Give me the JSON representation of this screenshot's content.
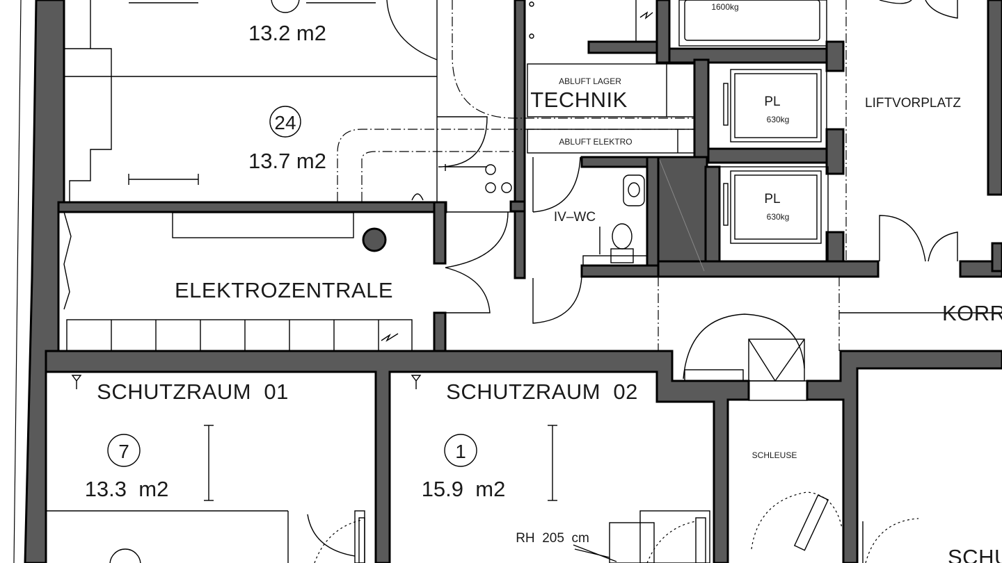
{
  "plan": {
    "rooms": {
      "top_area": "13.2 m2",
      "room24_number": "24",
      "room24_area": "13.7 m2",
      "elektro": "ELEKTROZENTRALE",
      "technik": "TECHNIK",
      "abluft_lager": "ABLUFT LAGER",
      "abluft_elektro": "ABLUFT ELEKTRO",
      "ivwc": "IV–WC",
      "lift_load_big": "1600kg",
      "pl_label": "PL",
      "pl_load": "630kg",
      "liftvorplatz": "LIFTVORPLATZ",
      "korridor": "KORRI",
      "schutz01": "SCHUTZRAUM  01",
      "schutz01_number": "7",
      "schutz01_area": "13.3  m2",
      "schutz02": "SCHUTZRAUM  02",
      "schutz02_number": "1",
      "schutz02_area": "15.9  m2",
      "schleuse": "SCHLEUSE",
      "rh": "RH  205  cm",
      "schu_partial": "SCHU"
    }
  }
}
